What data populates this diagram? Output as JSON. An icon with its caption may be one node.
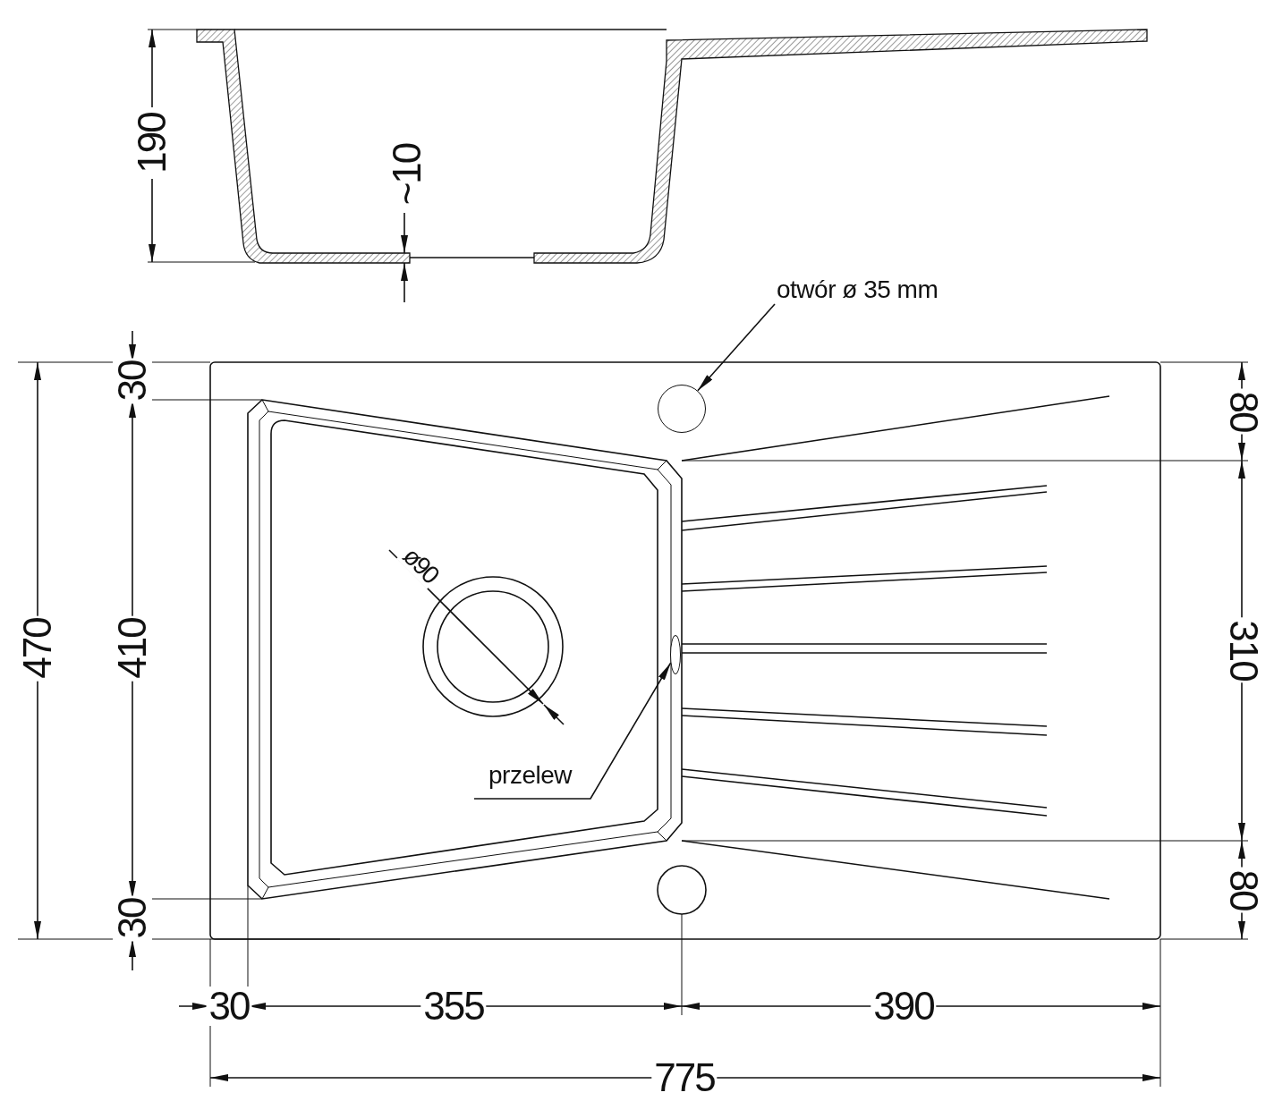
{
  "diagram": {
    "nodes": [
      {
        "text": [
          "otwór ø 35 mm"
        ]
      },
      {
        "text": [],
        "shape": "circle"
      },
      {
        "text": [
          "przelew"
        ]
      },
      {
        "text": [],
        "shape": "circle"
      }
    ],
    "edges": [
      {
        "from": 0,
        "to": 1,
        "arrow": "to"
      },
      {
        "from": 2,
        "to": 3,
        "arrow": "to"
      }
    ],
    "labels": [
      "190",
      "~10",
      "30",
      "410",
      "470",
      "30",
      "80",
      "310",
      "80",
      "ø90",
      "30",
      "355",
      "390",
      "775"
    ]
  }
}
